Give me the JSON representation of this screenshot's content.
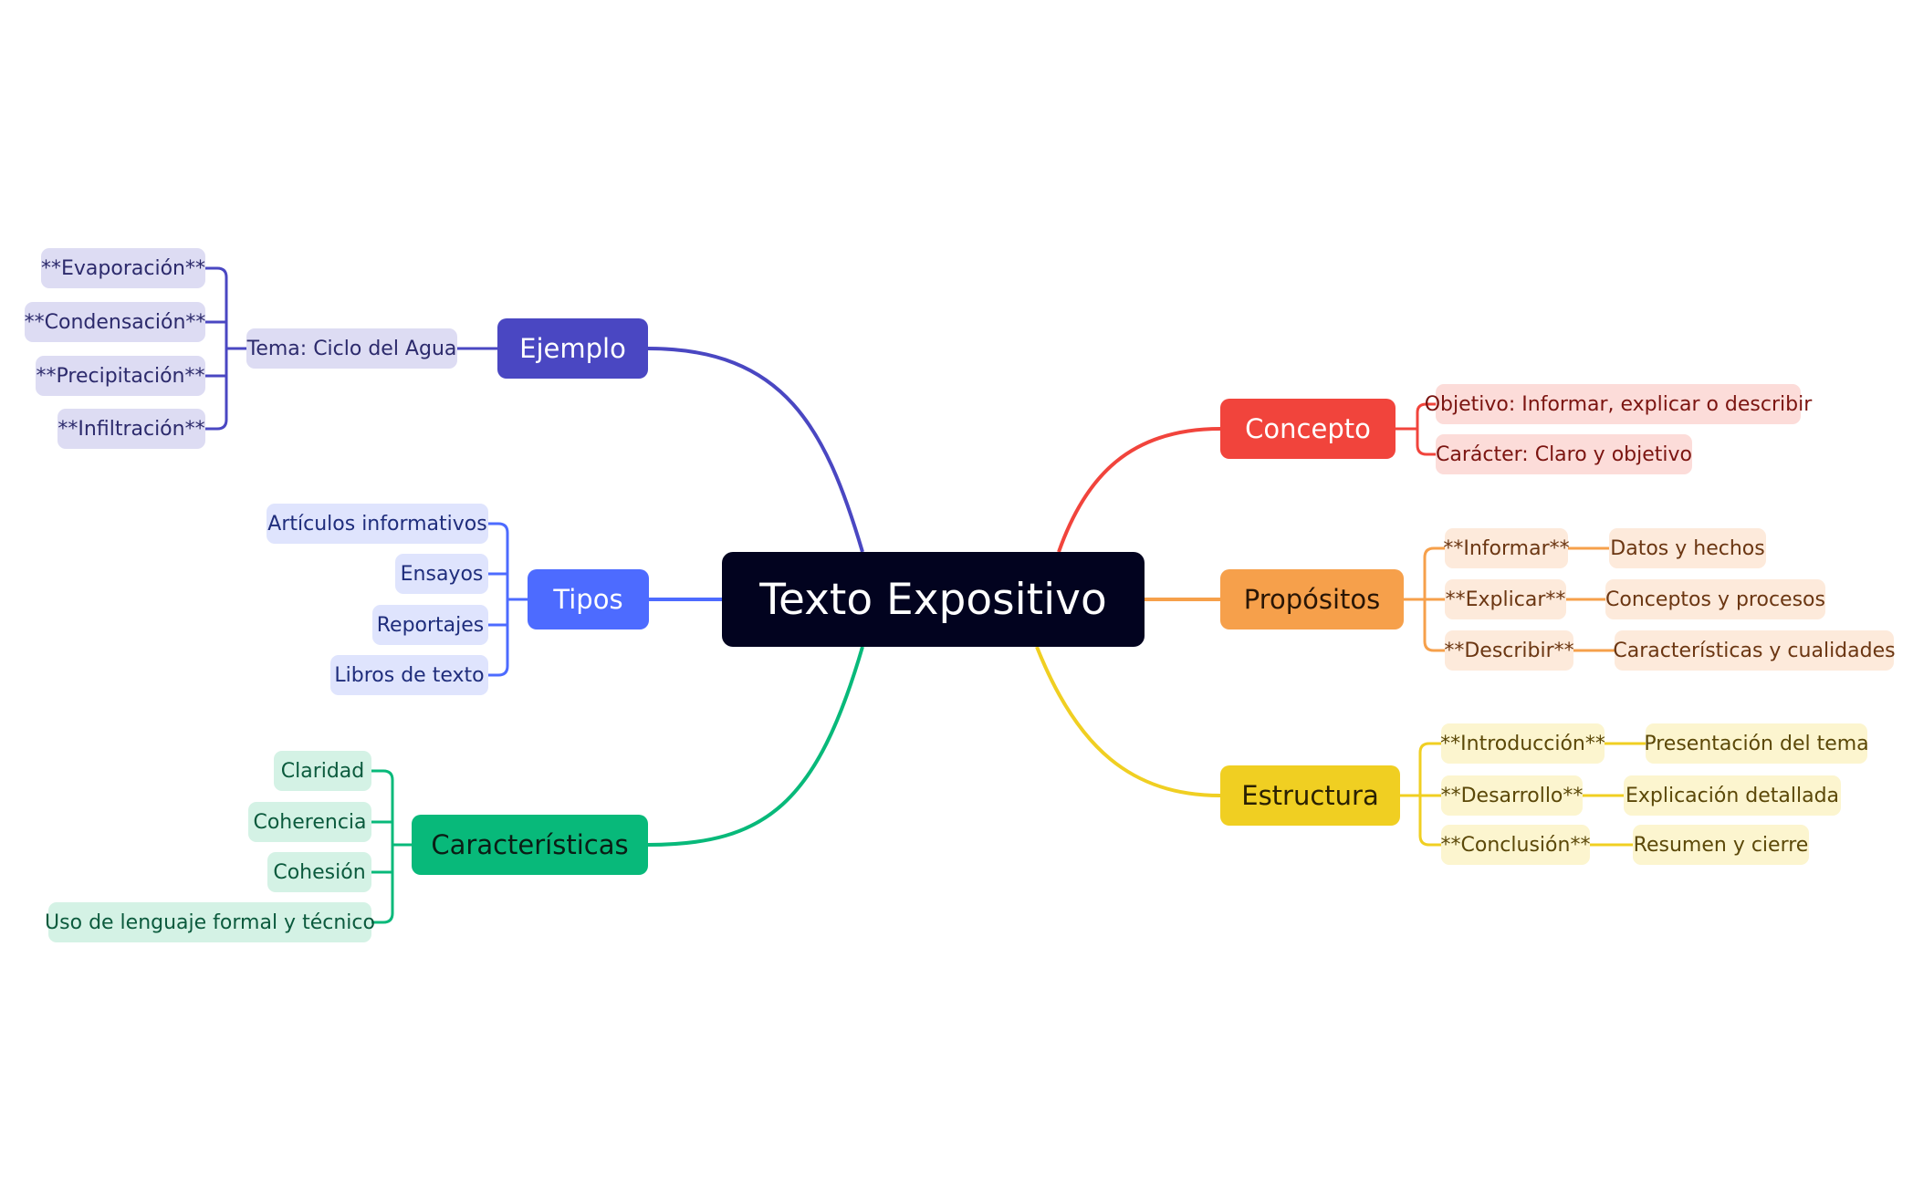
{
  "center": {
    "label": "Texto Expositivo"
  },
  "branches": {
    "ejemplo": {
      "label": "Ejemplo",
      "color": "#4a47c2",
      "tema": "Tema: Ciclo del Agua",
      "items": [
        "**Evaporación**",
        "**Condensación**",
        "**Precipitación**",
        "**Infiltración**"
      ]
    },
    "tipos": {
      "label": "Tipos",
      "color": "#4d6bff",
      "items": [
        "Artículos informativos",
        "Ensayos",
        "Reportajes",
        "Libros de texto"
      ]
    },
    "caracteristicas": {
      "label": "Características",
      "color": "#08b97a",
      "items": [
        "Claridad",
        "Coherencia",
        "Cohesión",
        "Uso de lenguaje formal y técnico"
      ]
    },
    "concepto": {
      "label": "Concepto",
      "color": "#f1443c",
      "items": [
        "Objetivo: Informar, explicar o describir",
        "Carácter: Claro y objetivo"
      ]
    },
    "propositos": {
      "label": "Propósitos",
      "color": "#f6a04b",
      "items": [
        {
          "label": "**Informar**",
          "detail": "Datos y hechos"
        },
        {
          "label": "**Explicar**",
          "detail": "Conceptos y procesos"
        },
        {
          "label": "**Describir**",
          "detail": "Características y cualidades"
        }
      ]
    },
    "estructura": {
      "label": "Estructura",
      "color": "#f0cf22",
      "items": [
        {
          "label": "**Introducción**",
          "detail": "Presentación del tema"
        },
        {
          "label": "**Desarrollo**",
          "detail": "Explicación detallada"
        },
        {
          "label": "**Conclusión**",
          "detail": "Resumen y cierre"
        }
      ]
    }
  }
}
